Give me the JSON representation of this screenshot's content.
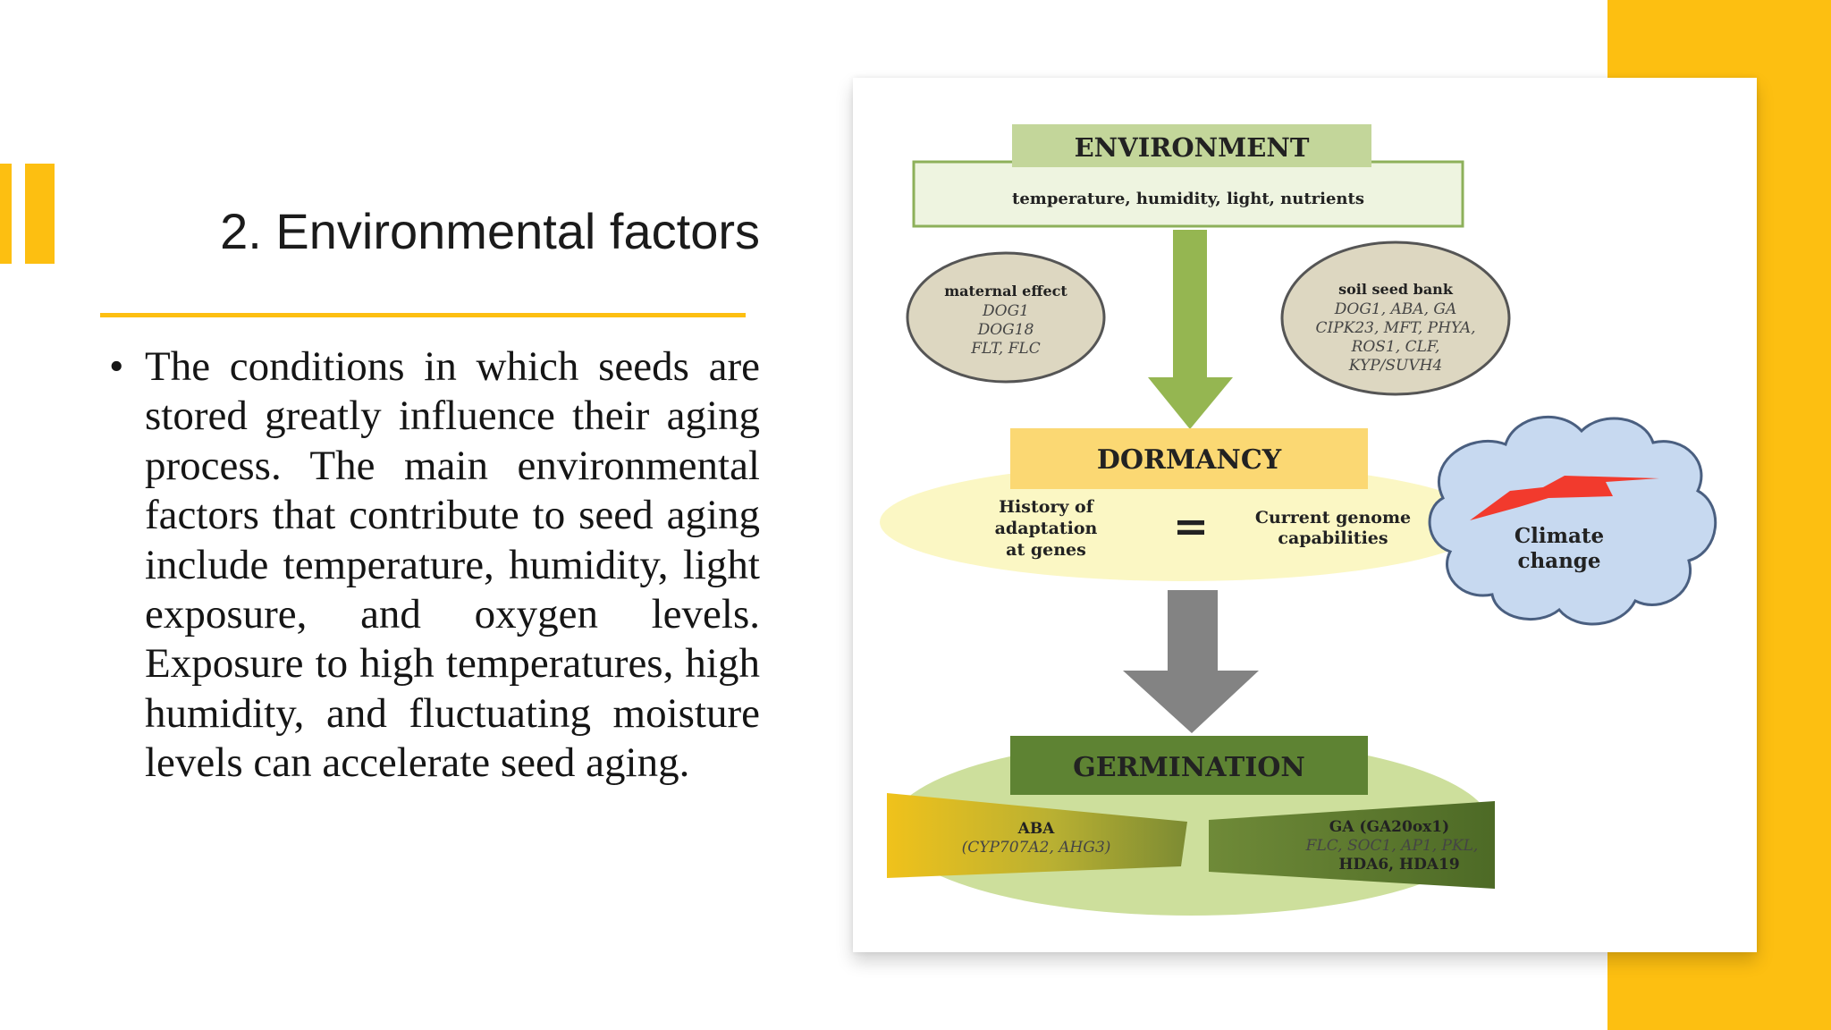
{
  "slide": {
    "title": "2. Environmental factors",
    "bullet": "The conditions in which seeds are stored greatly influence their aging process. The main environmental factors that contribute to seed aging include temperature, humidity, light exposure, and oxygen levels. Exposure to high temperatures, high humidity, and fluctuating moisture levels can accelerate seed aging."
  },
  "colors": {
    "accent": "#fdbf11",
    "title_rule": "#fdbf11",
    "text": "#151515"
  },
  "diagram": {
    "environment": {
      "title": "ENVIRONMENT",
      "subtitle": "temperature, humidity, light, nutrients"
    },
    "maternal": {
      "title": "maternal effect",
      "line1": "DOG1",
      "line2": "DOG18",
      "line3": "FLT, FLC"
    },
    "soil": {
      "title": "soil seed bank",
      "line1": "DOG1, ABA, GA",
      "line2": "CIPK23, MFT, PHYA,",
      "line3": "ROS1, CLF,",
      "line4": "KYP/SUVH4"
    },
    "dormancy": {
      "title": "DORMANCY",
      "history_1": "History of",
      "history_2": "adaptation",
      "history_3": "at genes",
      "equals": "=",
      "current_1": "Current genome",
      "current_2": "capabilities"
    },
    "climate": {
      "line1": "Climate",
      "line2": "change"
    },
    "germination": {
      "title": "GERMINATION",
      "aba_1": "ABA",
      "aba_2": "(CYP707A2, AHG3)",
      "ga_1": "GA (GA20ox1)",
      "ga_2": "FLC, SOC1, AP1, PKL,",
      "ga_3": "HDA6, HDA19"
    }
  }
}
